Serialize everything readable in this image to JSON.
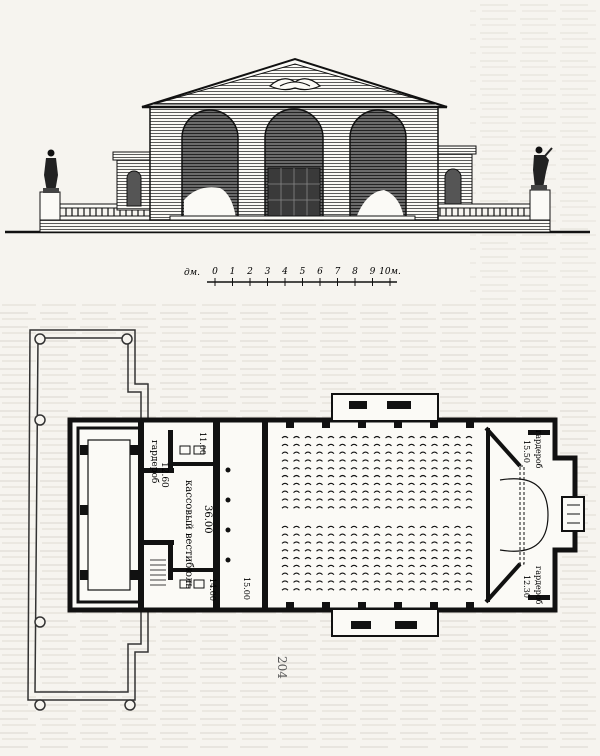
{
  "scale_bar": {
    "unit_prefix": "дм.",
    "ticks": [
      "0",
      "1",
      "2",
      "3",
      "4",
      "5",
      "6",
      "7",
      "8",
      "9",
      "10м."
    ]
  },
  "plan": {
    "rooms": {
      "cloakroom_left": "гардероб",
      "cloakroom_left_area": "12.60",
      "vestibule": "кассовый вестибюль",
      "vestibule_area": "36.00",
      "wc_top_area": "11.00",
      "wc_bottom_area": "14.00",
      "foyer_area": "15.00",
      "stage_right_top": "гардероб",
      "stage_right_top_area": "15.50",
      "stage_right_bottom": "гардероб",
      "stage_right_bottom_area": "12.30"
    },
    "margin_note": "204"
  }
}
